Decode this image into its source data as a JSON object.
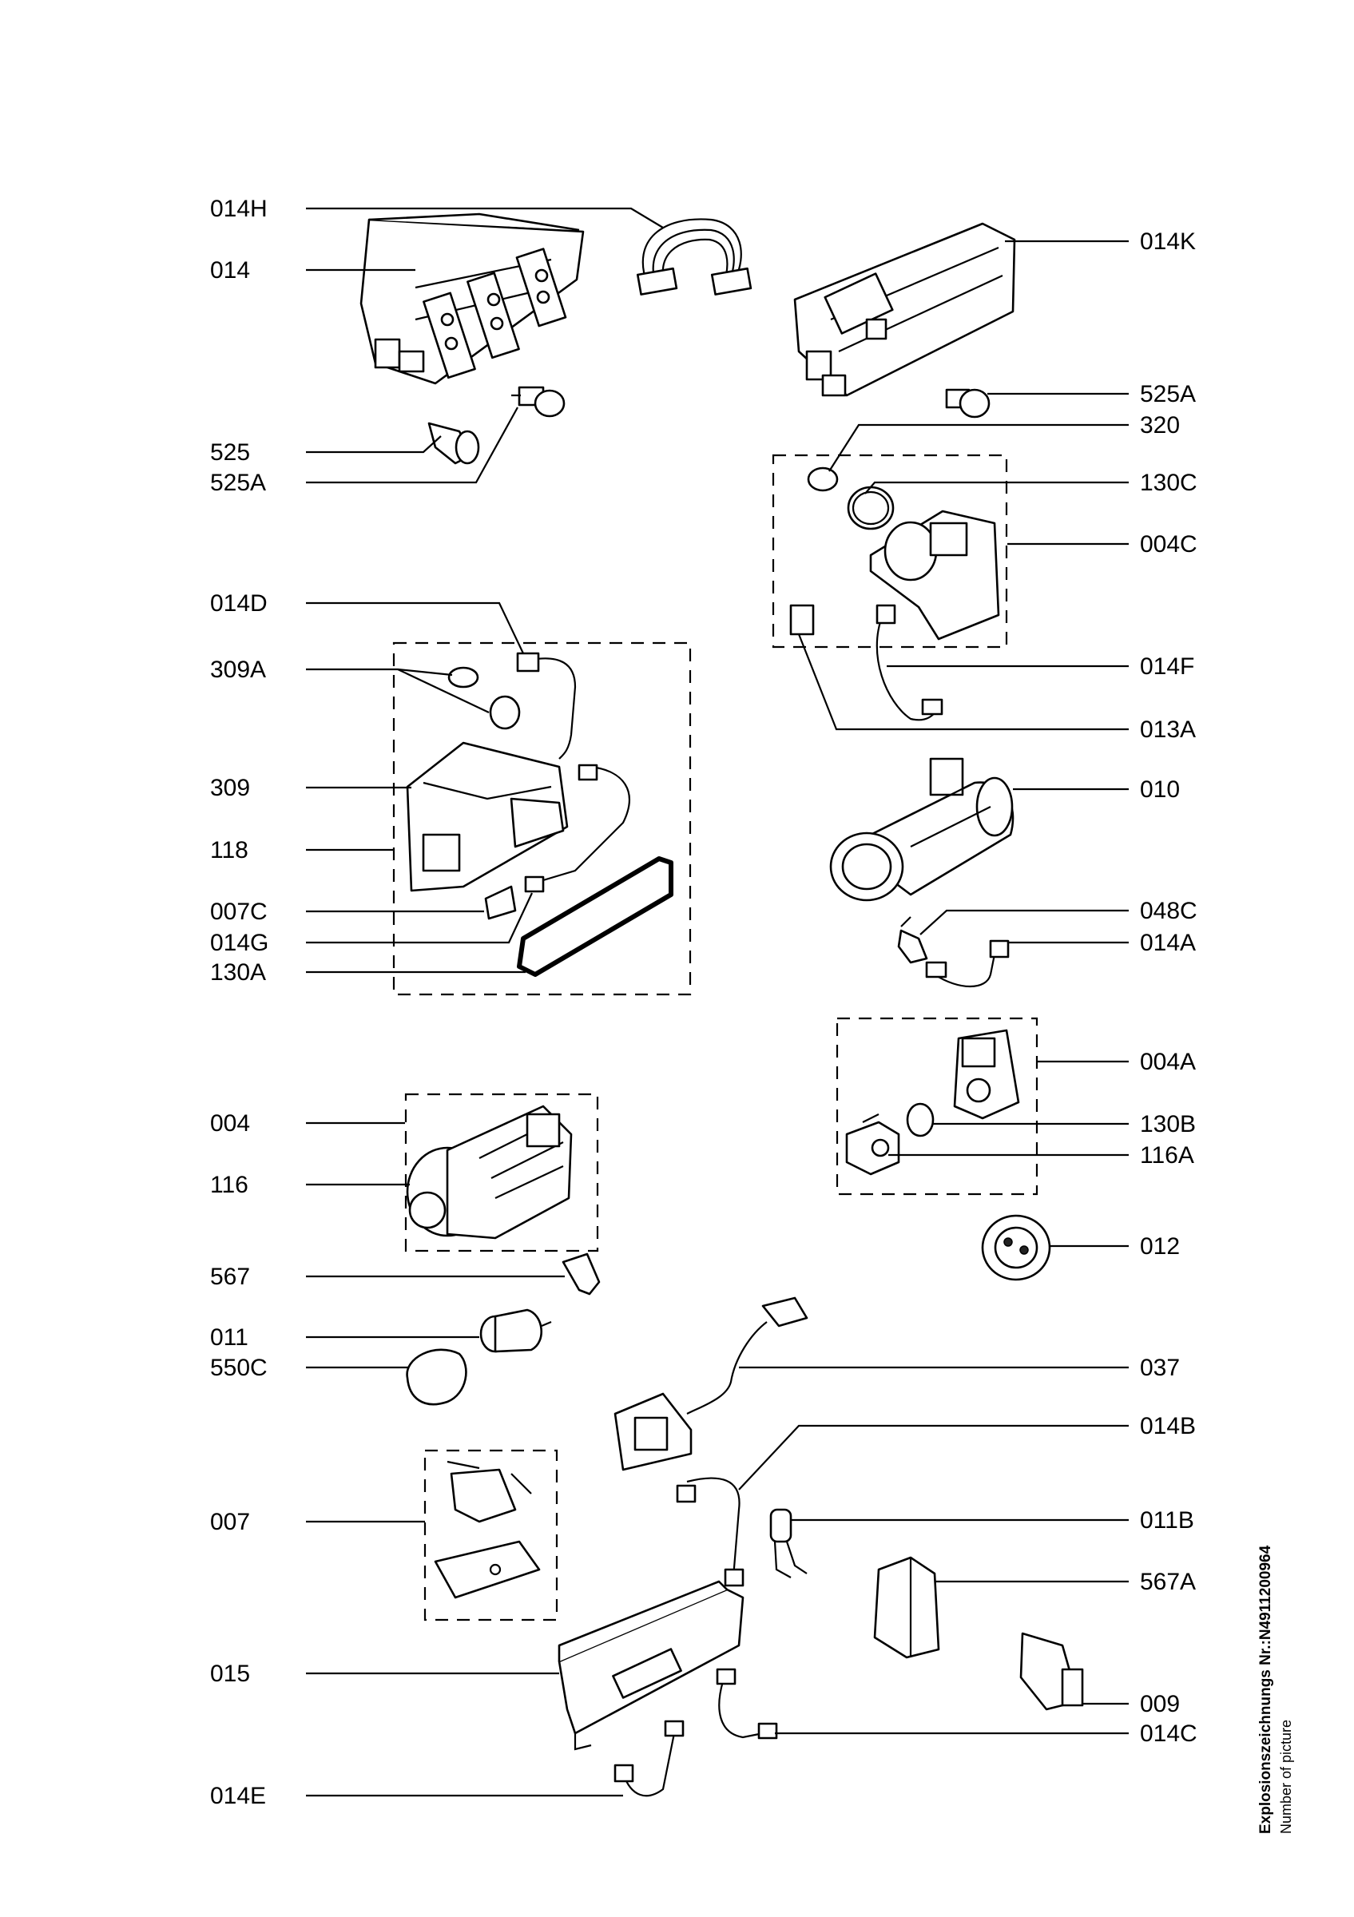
{
  "labels_left": [
    "014H",
    "014",
    "525",
    "525A",
    "014D",
    "309A",
    "309",
    "118",
    "007C",
    "014G",
    "130A",
    "004",
    "116",
    "567",
    "011",
    "550C",
    "007",
    "015",
    "014E"
  ],
  "labels_right": [
    "014K",
    "525A",
    "320",
    "130C",
    "004C",
    "014F",
    "013A",
    "010",
    "048C",
    "014A",
    "004A",
    "130B",
    "116A",
    "012",
    "037",
    "014B",
    "011B",
    "567A",
    "009",
    "014C"
  ],
  "drawing_number_label": "Explosionszeichnungs Nr.:N4911200964",
  "drawing_number_caption": "Number of picture",
  "colors": {
    "ink": "#000000",
    "paper": "#ffffff"
  }
}
